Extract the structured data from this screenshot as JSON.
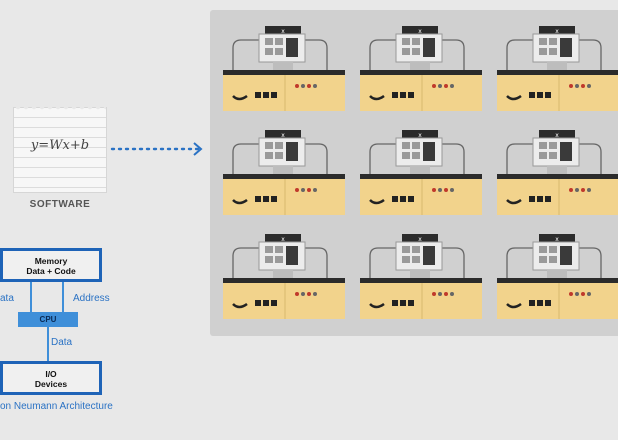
{
  "software": {
    "equation": "y=Wx+b",
    "label": "SOFTWARE"
  },
  "von_neumann": {
    "memory_line1": "Memory",
    "memory_line2": "Data + Code",
    "cpu": "CPU",
    "io_line1": "I/O",
    "io_line2": "Devices",
    "left_label": "ata",
    "address_label": "Address",
    "data_label": "Data",
    "caption": "on Neumann Architecture"
  },
  "colors": {
    "background": "#e8e8e8",
    "panel": "#d0d0d0",
    "desk": "#f2d38c",
    "blue": "#1e63b7",
    "light_blue": "#3f8fd9",
    "red": "#c0392b"
  },
  "grid": {
    "rows": 3,
    "cols": 3
  }
}
